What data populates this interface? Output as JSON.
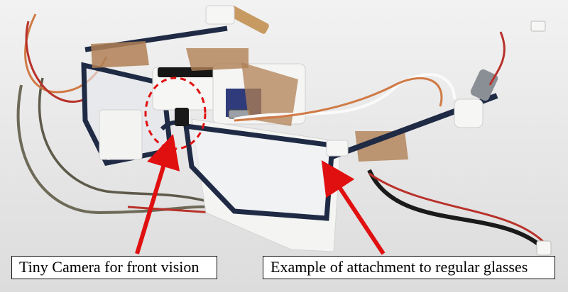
{
  "photo": {
    "subject": "prototype wearable device attached to eyeglasses",
    "colors": {
      "background": "#ececec",
      "frame": "#1f2a44",
      "plastic": "#f6f6f4",
      "tape": "#b08055",
      "wire_orange": "#d07a46",
      "wire_red": "#b8322a",
      "wire_white": "#fafafa",
      "wire_grey": "#6e6a58",
      "annotation_red": "#e01010"
    }
  },
  "annotations": [
    {
      "label": "Tiny Camera for front vision"
    },
    {
      "label": "Example of attachment to regular glasses"
    }
  ]
}
